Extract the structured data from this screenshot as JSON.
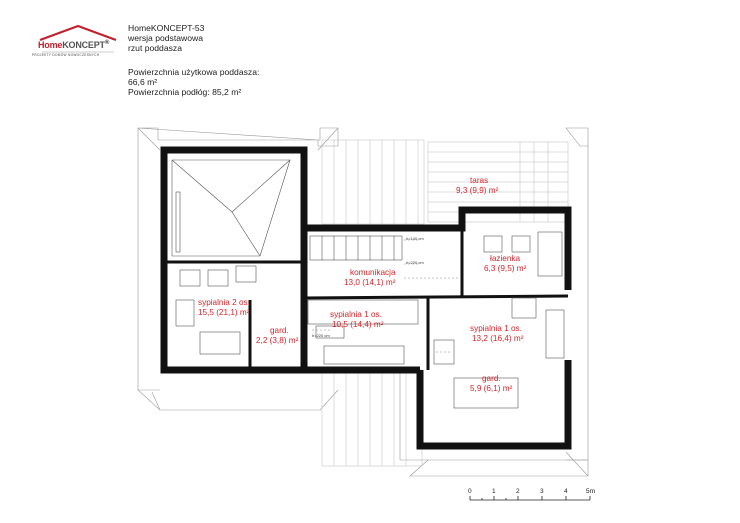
{
  "header": {
    "project": "HomeKONCEPT-53",
    "version": "wersja podstawowa",
    "plan": "rzut poddasza",
    "usable_area_label": "Powierzchnia użytkowa poddasza:",
    "usable_area_value": "66,6 m²",
    "floor_area": "Powierzchnia podłóg: 85,2 m²"
  },
  "logo": {
    "brand_a": "Home",
    "brand_b": "KONCEPT",
    "tagline": "PROJEKTY DOMÓW NOWOCZESNYCH",
    "registered": "®"
  },
  "rooms": {
    "taras_name": "taras",
    "taras_area": "9,3 (9,9) m²",
    "lazienka_name": "łazienka",
    "lazienka_area": "6,3 (9,5) m²",
    "komunikacja_name": "komunikacja",
    "komunikacja_area": "13,0 (14,1) m²",
    "sypialnia2_name": "sypialnia 2 os.",
    "sypialnia2_area": "15,5 (21,1) m²",
    "gard1_name": "gard.",
    "gard1_area": "2,2 (3,8) m²",
    "sypialnia1a_name": "sypialnia 1 os.",
    "sypialnia1a_area": "10,5 (14,4) m²",
    "sypialnia1b_name": "sypialnia 1 os.",
    "sypialnia1b_area": "13,2 (16,4) m²",
    "gard2_name": "gard.",
    "gard2_area": "5,9 (6,1) m²"
  },
  "height_marks": {
    "h140": "h=140 cm",
    "h220": "h=220 cm"
  },
  "scale": {
    "ticks": [
      "0",
      "1",
      "2",
      "3",
      "4",
      "5m"
    ]
  },
  "colors": {
    "room_label": "#d8232a",
    "wall": "#111111",
    "brand": "#c0202e"
  }
}
